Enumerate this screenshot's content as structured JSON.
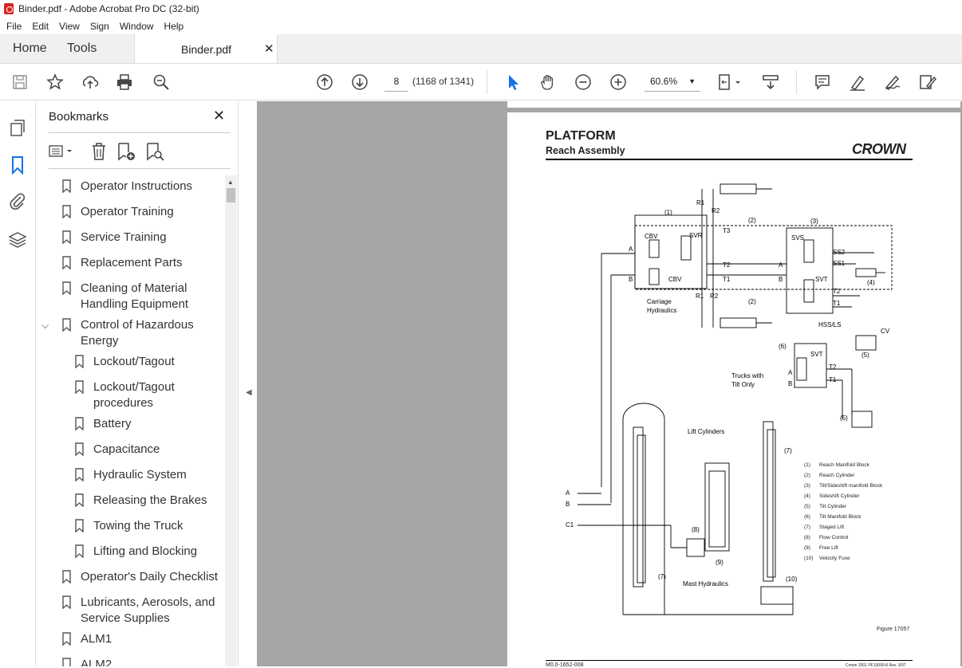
{
  "window": {
    "title": "Binder.pdf - Adobe Acrobat Pro DC (32-bit)"
  },
  "menu": [
    "File",
    "Edit",
    "View",
    "Sign",
    "Window",
    "Help"
  ],
  "tabs": {
    "home": "Home",
    "tools": "Tools",
    "document": "Binder.pdf",
    "close": "✕"
  },
  "toolbar": {
    "page_number": "8",
    "page_of": "(1168 of 1341)",
    "zoom": "60.6%",
    "icons": [
      "save-icon",
      "bookmark-star-icon",
      "upload-icon",
      "print-icon",
      "search-zoom-icon",
      "page-up-icon",
      "page-down-icon",
      "select-cursor-icon",
      "hand-icon",
      "zoom-out-icon",
      "zoom-in-icon",
      "fit-page-icon",
      "scroll-mode-icon",
      "comment-icon",
      "highlight-icon",
      "sign-icon",
      "edit-icon"
    ]
  },
  "bookmarks_panel": {
    "title": "Bookmarks",
    "close": "✕",
    "items": [
      {
        "label": "Operator Instructions",
        "level": 1
      },
      {
        "label": "Operator Training",
        "level": 1
      },
      {
        "label": "Service Training",
        "level": 1
      },
      {
        "label": "Replacement Parts",
        "level": 1
      },
      {
        "label": "Cleaning of Material Handling Equipment",
        "level": 1
      },
      {
        "label": "Control of Hazardous Energy",
        "level": 1,
        "expanded": true
      },
      {
        "label": "Lockout/Tagout",
        "level": 2
      },
      {
        "label": "Lockout/Tagout procedures",
        "level": 2
      },
      {
        "label": "Battery",
        "level": 2
      },
      {
        "label": "Capacitance",
        "level": 2
      },
      {
        "label": "Hydraulic System",
        "level": 2
      },
      {
        "label": "Releasing the Brakes",
        "level": 2
      },
      {
        "label": "Towing the Truck",
        "level": 2
      },
      {
        "label": "Lifting and Blocking",
        "level": 2
      },
      {
        "label": "Operator's Daily Checklist",
        "level": 1
      },
      {
        "label": "Lubricants, Aerosols, and Service Supplies",
        "level": 1
      },
      {
        "label": "ALM1",
        "level": 1
      },
      {
        "label": "ALM2",
        "level": 1
      }
    ]
  },
  "document": {
    "heading": "PLATFORM",
    "subheading": "Reach Assembly",
    "logo": "CROWN",
    "figure": "Figure 17057",
    "footer_left": "M0.0-1652-008",
    "footer_right": "Crown 2001 PF13090-8 Rev. 3/07",
    "diagram_labels": {
      "carriage": "Carriage\nHydraulics",
      "trucks_tilt": "Trucks with\nTilt Only",
      "lift_cylinders": "Lift Cylinders",
      "mast_hydraulics": "Mast Hydraulics"
    },
    "legend": [
      {
        "num": "(1)",
        "label": "Reach Manifold Block"
      },
      {
        "num": "(2)",
        "label": "Reach Cylinder"
      },
      {
        "num": "(3)",
        "label": "Tilt/Sideshift manifold Block"
      },
      {
        "num": "(4)",
        "label": "Sideshift Cylinder"
      },
      {
        "num": "(5)",
        "label": "Tilt Cylinder"
      },
      {
        "num": "(6)",
        "label": "Tilt Manifold Block"
      },
      {
        "num": "(7)",
        "label": "Staged Lift"
      },
      {
        "num": "(8)",
        "label": "Flow Control"
      },
      {
        "num": "(9)",
        "label": "Free Lift"
      },
      {
        "num": "(10)",
        "label": "Velocity Fuse"
      }
    ]
  }
}
